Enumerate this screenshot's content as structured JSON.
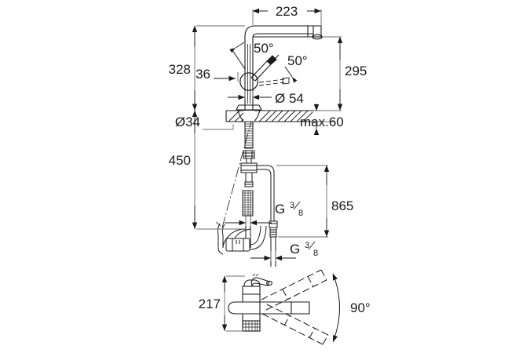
{
  "drawing": {
    "title": "Kitchen mixer tap technical dimension drawing",
    "units": "mm",
    "background_color": "#ffffff",
    "line_color": "#1a1a1a",
    "dimension_color": "#5a5a5a"
  },
  "views": {
    "elevation": {
      "name": "front-elevation-view",
      "dimensions": {
        "spout_reach": "223",
        "height_above_counter": "328",
        "spout_height": "295",
        "height_below_counter": "450",
        "hose_length": "865",
        "lever_offset": "36",
        "body_diameter": "Ø 54",
        "hole_diameter": "Ø34",
        "counter_thickness": "max.60",
        "lever_angle_top": "50°",
        "lever_angle_side": "50°",
        "inlet_thread_upper": "G",
        "inlet_thread_upper_num": "3",
        "inlet_thread_upper_den": "8",
        "inlet_thread_lower": "G",
        "inlet_thread_lower_num": "3",
        "inlet_thread_lower_den": "8"
      }
    },
    "plan": {
      "name": "side-plan-view",
      "dimensions": {
        "body_height": "217",
        "swivel_range": "90°"
      }
    }
  }
}
